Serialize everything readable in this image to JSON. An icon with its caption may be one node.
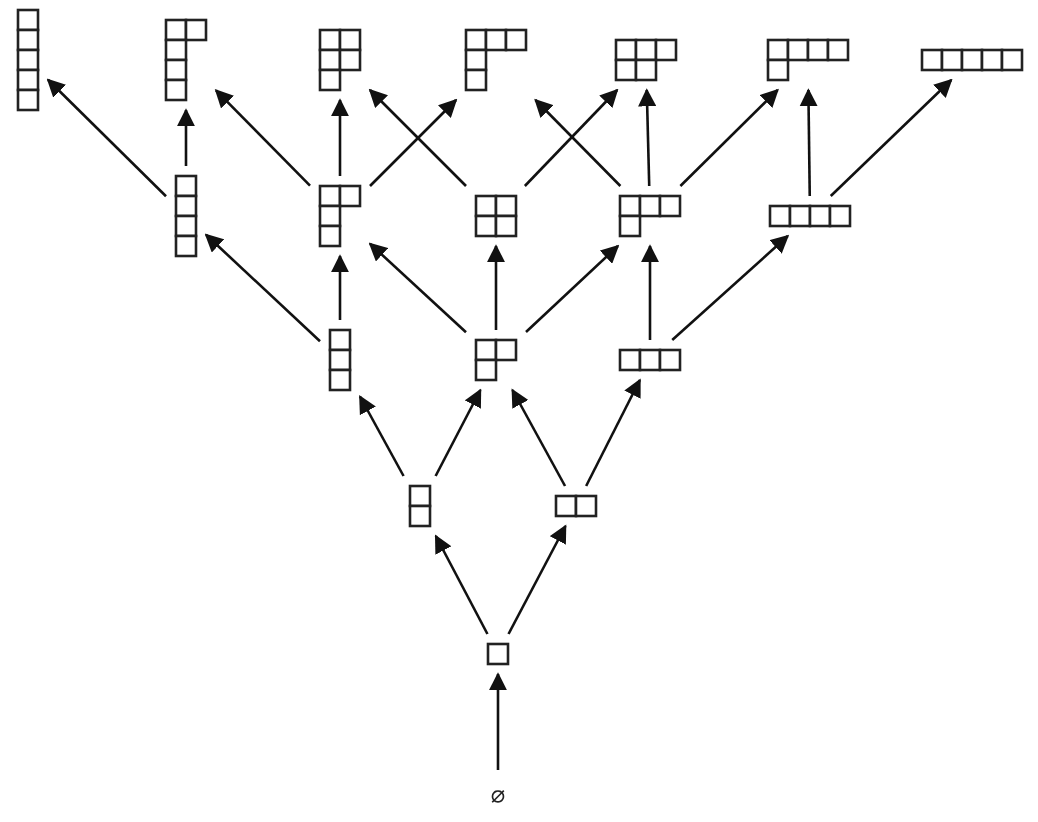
{
  "diagram": {
    "nodes": [
      {
        "text": [],
        "shape": "box"
      },
      {
        "text": [],
        "shape": "box"
      },
      {
        "text": [],
        "shape": "box"
      },
      {
        "text": [],
        "shape": "box"
      },
      {
        "text": [],
        "shape": "box"
      },
      {
        "text": [],
        "shape": "box"
      },
      {
        "text": [],
        "shape": "box"
      },
      {
        "text": [],
        "shape": "box"
      },
      {
        "text": [],
        "shape": "box"
      },
      {
        "text": [],
        "shape": "box"
      },
      {
        "text": [],
        "shape": "box"
      },
      {
        "text": [],
        "shape": "box"
      },
      {
        "text": [],
        "shape": "box"
      },
      {
        "text": [],
        "shape": "box"
      },
      {
        "text": [],
        "shape": "box"
      },
      {
        "text": [],
        "shape": "box"
      },
      {
        "text": [],
        "shape": "box"
      },
      {
        "text": [],
        "shape": "box"
      },
      {
        "text": [
          "∅"
        ]
      }
    ],
    "edges": [
      {
        "from": 18,
        "to": 17,
        "arrow": "to"
      },
      {
        "from": 17,
        "to": 15,
        "arrow": "to"
      },
      {
        "from": 17,
        "to": 16,
        "arrow": "to"
      },
      {
        "from": 15,
        "to": 12,
        "arrow": "to"
      },
      {
        "from": 15,
        "to": 13,
        "arrow": "to"
      },
      {
        "from": 16,
        "to": 13,
        "arrow": "to"
      },
      {
        "from": 16,
        "to": 14,
        "arrow": "to"
      },
      {
        "from": 12,
        "to": 7,
        "arrow": "to"
      },
      {
        "from": 12,
        "to": 8,
        "arrow": "to"
      },
      {
        "from": 13,
        "to": 8,
        "arrow": "to"
      },
      {
        "from": 13,
        "to": 9,
        "arrow": "to"
      },
      {
        "from": 13,
        "to": 10,
        "arrow": "to"
      },
      {
        "from": 14,
        "to": 10,
        "arrow": "to"
      },
      {
        "from": 14,
        "to": 11,
        "arrow": "to"
      },
      {
        "from": 7,
        "to": 0,
        "arrow": "to"
      },
      {
        "from": 7,
        "to": 1,
        "arrow": "to"
      },
      {
        "from": 8,
        "to": 1,
        "arrow": "to"
      },
      {
        "from": 8,
        "to": 2,
        "arrow": "to"
      },
      {
        "from": 8,
        "to": 3,
        "arrow": "to"
      },
      {
        "from": 9,
        "to": 2,
        "arrow": "to"
      },
      {
        "from": 9,
        "to": 4,
        "arrow": "to"
      },
      {
        "from": 10,
        "to": 3,
        "arrow": "to"
      },
      {
        "from": 10,
        "to": 4,
        "arrow": "to"
      },
      {
        "from": 10,
        "to": 5,
        "arrow": "to"
      },
      {
        "from": 11,
        "to": 5,
        "arrow": "to"
      },
      {
        "from": 11,
        "to": 6,
        "arrow": "to"
      }
    ]
  }
}
